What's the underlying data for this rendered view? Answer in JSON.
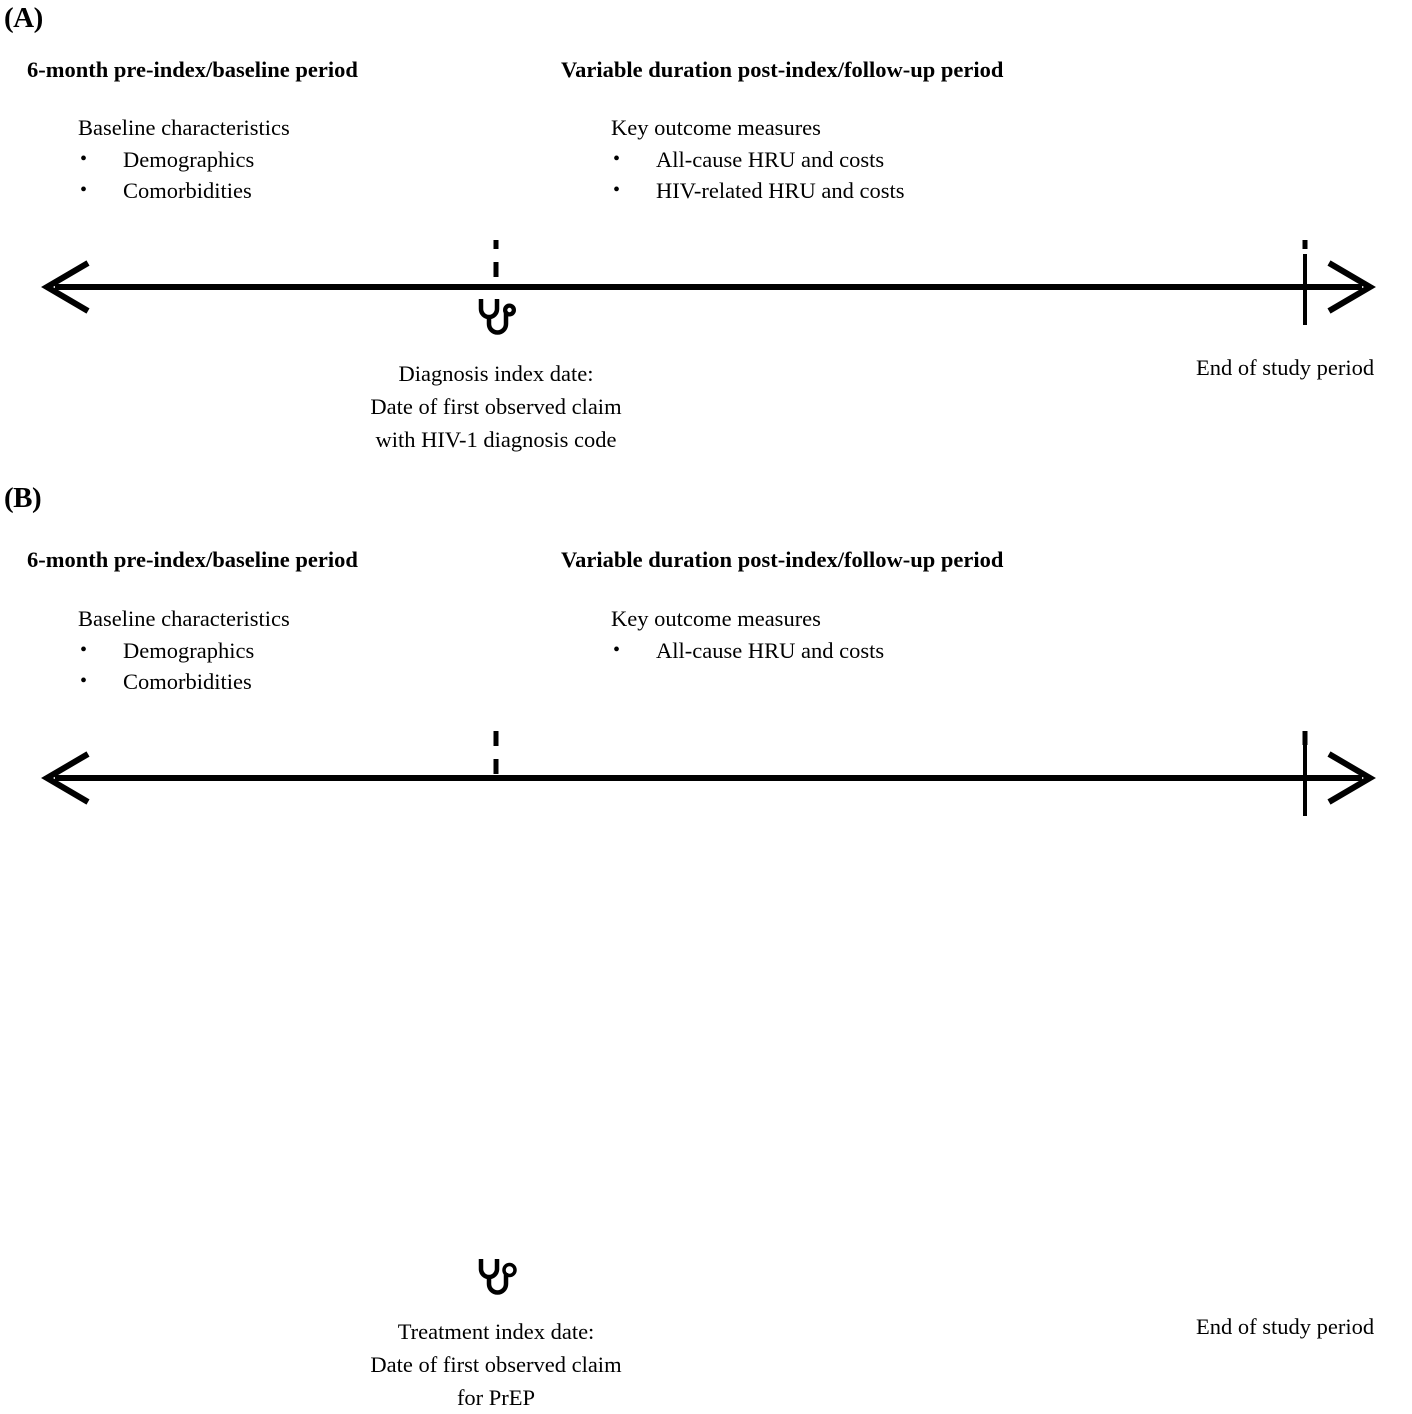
{
  "figure": {
    "type": "study-design-timeline",
    "panels": [
      {
        "letter": "(A)",
        "baseline_heading": "6-month pre-index/baseline period",
        "followup_heading": "Variable duration post-index/follow-up period",
        "baseline_block": {
          "title": "Baseline characteristics",
          "bullet_glyph": "•",
          "items": [
            "Demographics",
            "Comorbidities"
          ]
        },
        "followup_block": {
          "title": "Key outcome measures",
          "bullet_glyph": "•",
          "items": [
            "All-cause HRU and costs",
            "HIV-related HRU and costs"
          ]
        },
        "index_caption": "Diagnosis index date:\nDate of first observed claim\nwith HIV-1 diagnosis code",
        "end_label": "End of study period",
        "index_icon": "stethoscope-icon",
        "index_icon_style": "filled-chestpiece"
      },
      {
        "letter": "(B)",
        "baseline_heading": "6-month pre-index/baseline period",
        "followup_heading": "Variable duration post-index/follow-up period",
        "baseline_block": {
          "title": "Baseline characteristics",
          "bullet_glyph": "•",
          "items": [
            "Demographics",
            "Comorbidities"
          ]
        },
        "followup_block": {
          "title": "Key outcome measures",
          "bullet_glyph": "•",
          "items": [
            "All-cause HRU and costs"
          ]
        },
        "index_caption": "Treatment index date:\nDate of first observed claim\nfor PrEP",
        "end_label": "End of study period",
        "index_icon": "stethoscope-icon",
        "index_icon_style": "open-chestpiece"
      }
    ],
    "colors": {
      "ink": "#000000",
      "background": "#ffffff"
    }
  }
}
